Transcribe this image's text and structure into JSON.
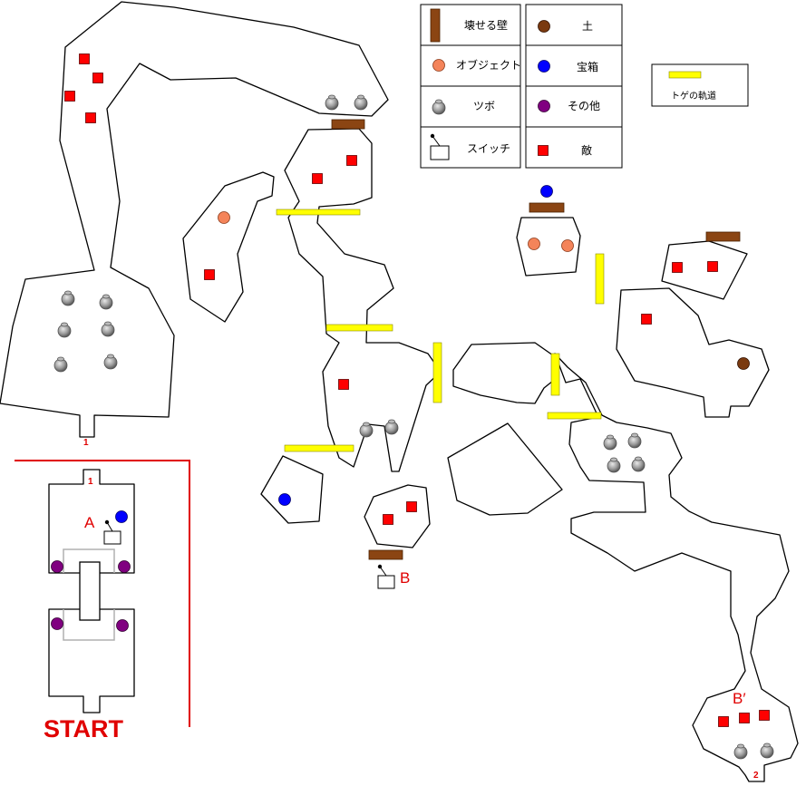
{
  "legend": {
    "wall_label": "壊せる壁",
    "object_label": "オブジェクト",
    "pot_label": "ツボ",
    "switch_label": "スイッチ",
    "soil_label": "土",
    "chest_label": "宝箱",
    "other_label": "その他",
    "enemy_label": "敵",
    "spike_label": "トゲの軌道"
  },
  "markers": {
    "start": "START",
    "entrance_1": "1",
    "entrance_1_top": "1",
    "exit_2": "2",
    "switch_a": "A",
    "switch_b": "B",
    "target_b": "B′"
  },
  "colors": {
    "wall": "#8b4513",
    "object": "#f4845a",
    "pot": "#a0a0a0",
    "soil": "#7a3a10",
    "chest": "#0000ff",
    "other": "#800080",
    "enemy": "#ff0000",
    "spike": "#ffff00",
    "marker_text": "#e00000"
  }
}
